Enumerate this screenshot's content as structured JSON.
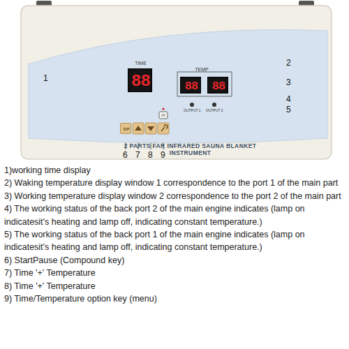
{
  "diagram": {
    "nodes": [
      {
        "text": [
          "2 PARTS FAR INFRARED SAUNA BLANKET INSTRUMENT"
        ]
      },
      {
        "text": [
          "TIME",
          "88"
        ],
        "in": 0
      },
      {
        "text": [
          "TEMP",
          "88"
        ],
        "in": 0
      },
      {
        "text": [
          "88"
        ],
        "in": 0
      },
      {
        "text": [
          "S/P"
        ],
        "in": 0
      }
    ],
    "labels": [
      "1",
      "2",
      "3",
      "4",
      "5",
      "6",
      "7",
      "8",
      "9",
      "OUTPUT 1",
      "OUTPUT 2",
      "1)working time display",
      "2) Waking temperature display window 1 correspondence to the port 1 of the main part",
      "3) Working temperature display window 2 correspondence to the port 2 of the main part",
      "4) The working status of the back port 2 of the main engine indicates (lamp on indicatesit's heating and lamp off, indicating constant temperature.)",
      "5) The working status of the back port 1 of the main engine indicates (lamp on indicatesit's heating and lamp off, indicating constant temperature.)",
      "6) StartPause (Compound key)",
      "7) Time '+' Temperature",
      "8) Time '+' Temperature",
      "9) Time/Temperature option key (menu)"
    ]
  }
}
